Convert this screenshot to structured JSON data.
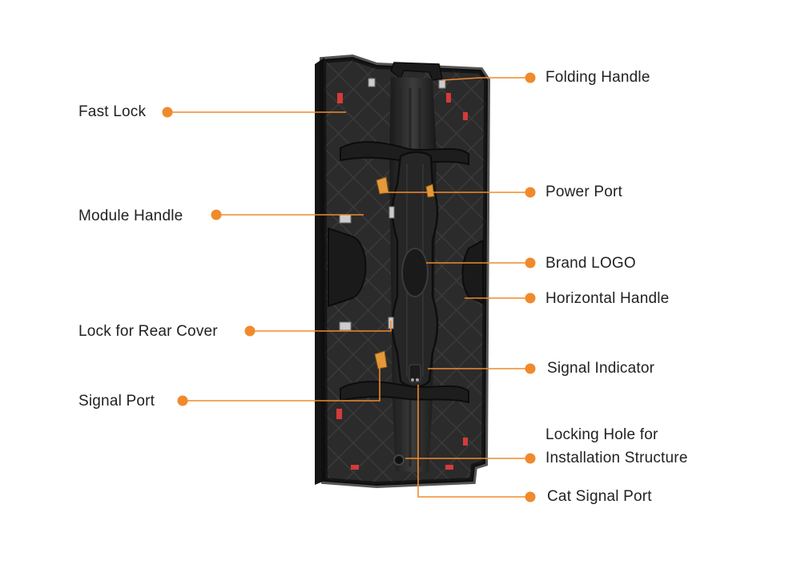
{
  "accent": "#F08A2C",
  "panel": {
    "name": "led-cabinet-rear-view"
  },
  "callouts": [
    {
      "id": "folding-handle",
      "label": "Folding Handle",
      "side": "right"
    },
    {
      "id": "fast-lock",
      "label": "Fast Lock",
      "side": "left"
    },
    {
      "id": "power-port",
      "label": "Power Port",
      "side": "right"
    },
    {
      "id": "module-handle",
      "label": "Module Handle",
      "side": "left"
    },
    {
      "id": "brand-logo",
      "label": "Brand LOGO",
      "side": "right"
    },
    {
      "id": "horizontal-handle",
      "label": "Horizontal Handle",
      "side": "right"
    },
    {
      "id": "lock-for-rear-cover",
      "label": "Lock for Rear Cover",
      "side": "left"
    },
    {
      "id": "signal-indicator",
      "label": "Signal Indicator",
      "side": "right"
    },
    {
      "id": "signal-port",
      "label": "Signal Port",
      "side": "left"
    },
    {
      "id": "locking-hole",
      "label": "Locking Hole for",
      "label2": "Installation Structure",
      "side": "right"
    },
    {
      "id": "cat-signal-port",
      "label": "Cat Signal Port",
      "side": "right"
    }
  ]
}
